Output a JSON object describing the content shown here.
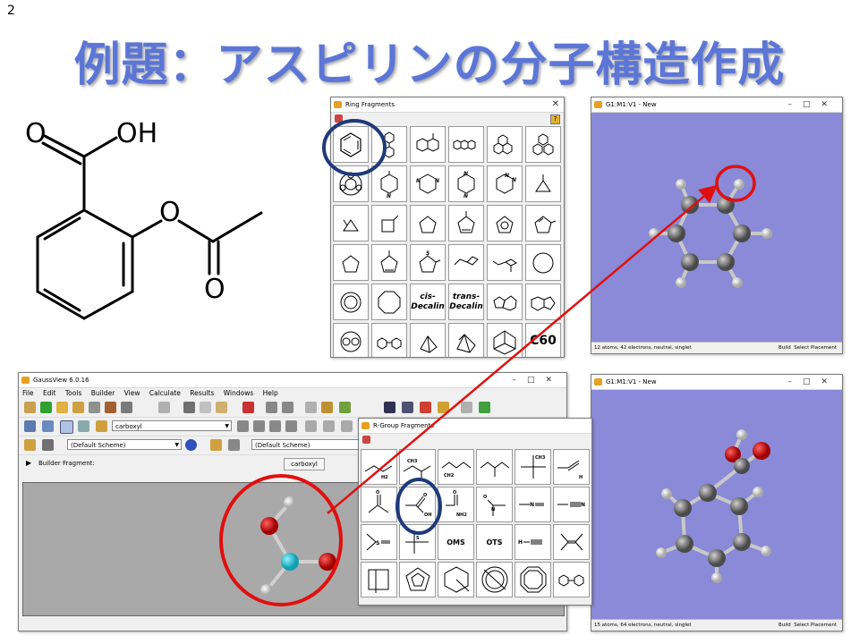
{
  "slide": {
    "number": "2",
    "title": "例題：アスピリンの分子構造作成"
  },
  "structure": {
    "label_o_top": "O",
    "label_oh": "OH",
    "label_o_mid": "O",
    "label_o_bottom": "O"
  },
  "ring_window": {
    "title": "Ring Fragments",
    "close": "✕",
    "special": [
      "cis-",
      "Decalin",
      "trans-",
      "Decalin",
      "C60"
    ]
  },
  "viewer1": {
    "title": "G1:M1:V1 - New",
    "status_left": "12 atoms, 42 electrons, neutral, singlet",
    "status_build": "Build",
    "status_mode": "Select Placement"
  },
  "viewer2": {
    "title": "G1:M1:V1 - New",
    "status_left": "15 atoms, 64 electrons, neutral, singlet",
    "status_build": "Build",
    "status_mode": "Select Placement"
  },
  "gaussview": {
    "title": "GaussView 6.0.16",
    "menu": [
      "File",
      "Edit",
      "Tools",
      "Builder",
      "View",
      "Calculate",
      "Results",
      "Windows",
      "Help"
    ],
    "fragment_combo": "carboxyl",
    "scheme_left": "(Default Scheme)",
    "scheme_right": "(Default Scheme)",
    "builder_fragment_label": "Builder Fragment:",
    "builder_fragment_value": "carboxyl"
  },
  "rgroup_window": {
    "title": "R-Group Fragments",
    "labels": {
      "oms": "OMS",
      "ots": "OTS"
    }
  },
  "colors": {
    "title_blue": "#5b76d6",
    "viewer_bg": "#8a8ad8",
    "highlight_red": "#e01010",
    "highlight_navy": "#1f3a7a",
    "oxygen": "#d41010",
    "carbon": "#6e6e6e",
    "hydrogen": "#e8e8e8",
    "selected_carbon": "#20c8d8"
  }
}
